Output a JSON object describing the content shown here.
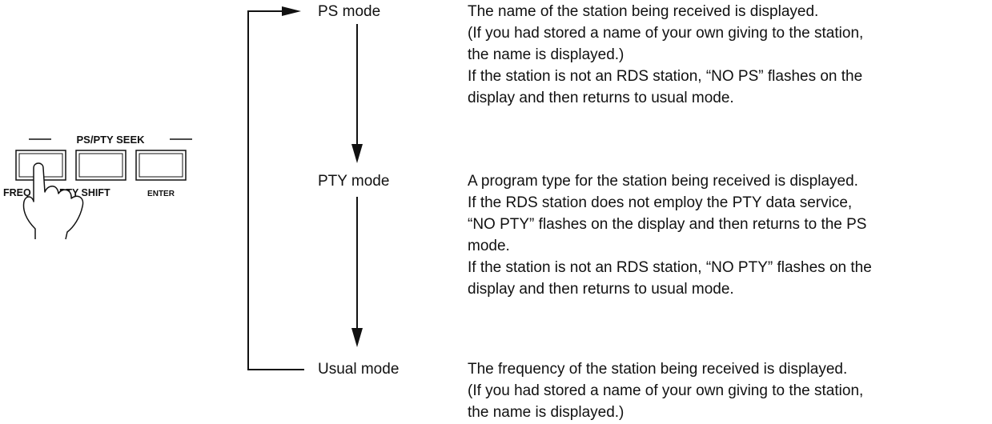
{
  "panel": {
    "group_label": "PS/PTY SEEK",
    "button_labels": {
      "freq": "FREQ",
      "pty_shift": "PTY SHIFT",
      "enter": "ENTER"
    }
  },
  "modes": [
    {
      "label": "PS mode",
      "description": [
        "The name of the station being received is displayed.",
        "(If you had stored a name of your own giving to the station,",
        "the name is displayed.)",
        "If the station is not an RDS station, “NO PS” flashes on the",
        "display and then returns to usual mode."
      ]
    },
    {
      "label": "PTY mode",
      "description": [
        "A program type for the station being received is displayed.",
        "If the RDS station does not employ the PTY data service,",
        "“NO PTY” flashes on the display and then returns to the PS",
        "mode.",
        "If the station is not an RDS station, “NO PTY” flashes on the",
        "display and then returns to usual mode."
      ]
    },
    {
      "label": "Usual mode",
      "description": [
        "The frequency of the station being received is displayed.",
        "(If you had stored a name of your own giving to the station,",
        "the name is displayed.)"
      ]
    }
  ]
}
